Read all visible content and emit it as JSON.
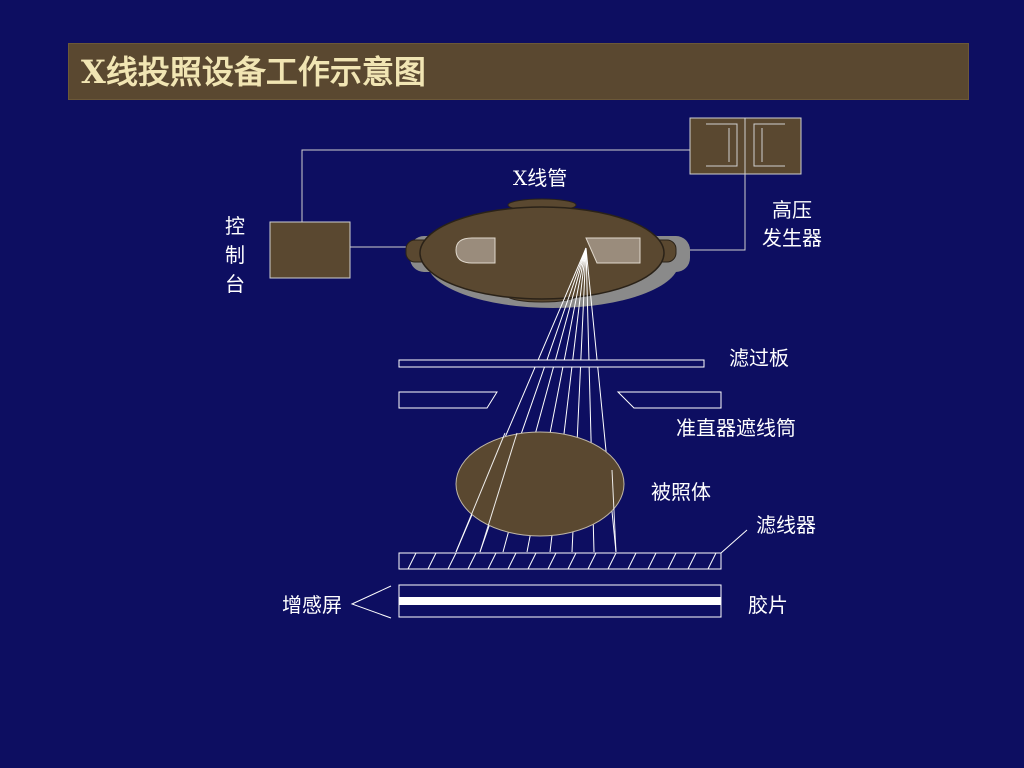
{
  "title": "X线投照设备工作示意图",
  "labels": {
    "tube": "X线管",
    "console": "控\n制\n台",
    "hv_generator_line1": "高压",
    "hv_generator_line2": "发生器",
    "filter_plate": "滤过板",
    "collimator": "准直器遮线筒",
    "subject": "被照体",
    "grid": "滤线器",
    "screen": "增感屏",
    "film": "胶片"
  },
  "colors": {
    "background": "#0d0e61",
    "title_bar": "#5a4830",
    "title_text": "#f1e5b3",
    "component_fill": "#5a4830",
    "line": "#ffffff",
    "shadow": "#8a8a8a"
  }
}
